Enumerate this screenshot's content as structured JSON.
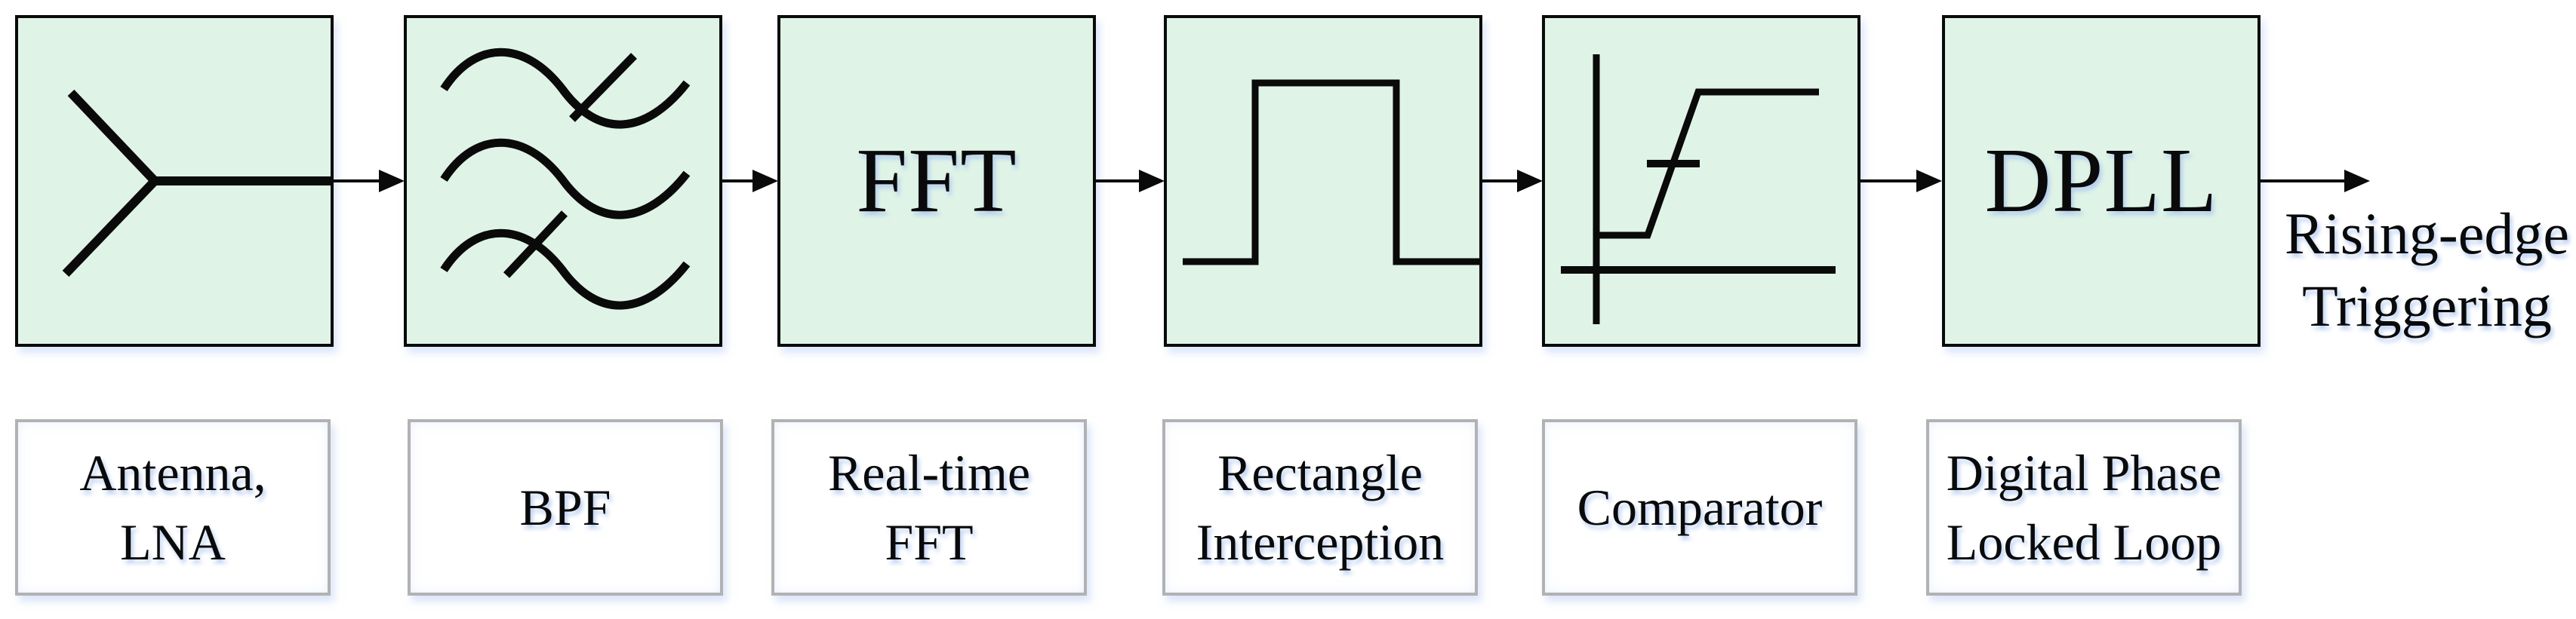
{
  "diagram": {
    "blocks": [
      {
        "id": "antenna-lna",
        "icon": "antenna-icon",
        "caption": [
          "Antenna,",
          "LNA"
        ]
      },
      {
        "id": "bpf",
        "icon": "bandpass-filter-icon",
        "caption": [
          "BPF"
        ]
      },
      {
        "id": "fft",
        "big_text": "FFT",
        "caption": [
          "Real-time",
          "FFT"
        ]
      },
      {
        "id": "rectangle",
        "icon": "rectangle-pulse-icon",
        "caption": [
          "Rectangle",
          "Interception"
        ]
      },
      {
        "id": "comparator",
        "icon": "comparator-curve-icon",
        "caption": [
          "Comparator"
        ]
      },
      {
        "id": "dpll",
        "big_text": "DPLL",
        "caption": [
          "Digital Phase",
          "Locked Loop"
        ]
      }
    ],
    "output": {
      "lines": [
        "Rising-edge",
        "Triggering"
      ]
    },
    "colors": {
      "block_fill": "#dff4e7",
      "block_border": "#0a0a0a",
      "label_fill": "#ffffff",
      "label_border": "#b2b2b2",
      "line": "#0a0a0a"
    }
  }
}
